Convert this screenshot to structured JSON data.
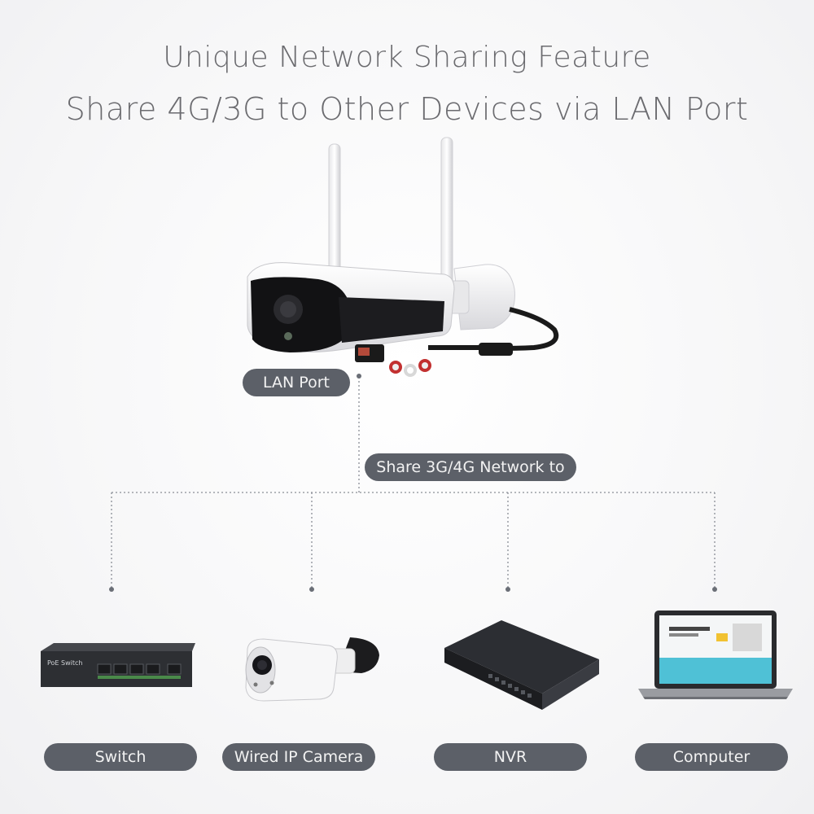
{
  "header": {
    "line1": "Unique Network Sharing Feature",
    "line2": "Share 4G/3G to Other Devices via LAN Port"
  },
  "labels": {
    "lan_port": "LAN Port",
    "share": "Share 3G/4G Network to"
  },
  "devices": [
    {
      "label": "Switch",
      "icon": "poe-switch-icon",
      "device_text": "PoE Switch"
    },
    {
      "label": "Wired IP Camera",
      "icon": "bullet-camera-icon"
    },
    {
      "label": "NVR",
      "icon": "nvr-icon"
    },
    {
      "label": "Computer",
      "icon": "laptop-icon"
    }
  ],
  "colors": {
    "pill": "#5c6068",
    "title": "#6b6b6f",
    "connector": "#8a8e96"
  }
}
